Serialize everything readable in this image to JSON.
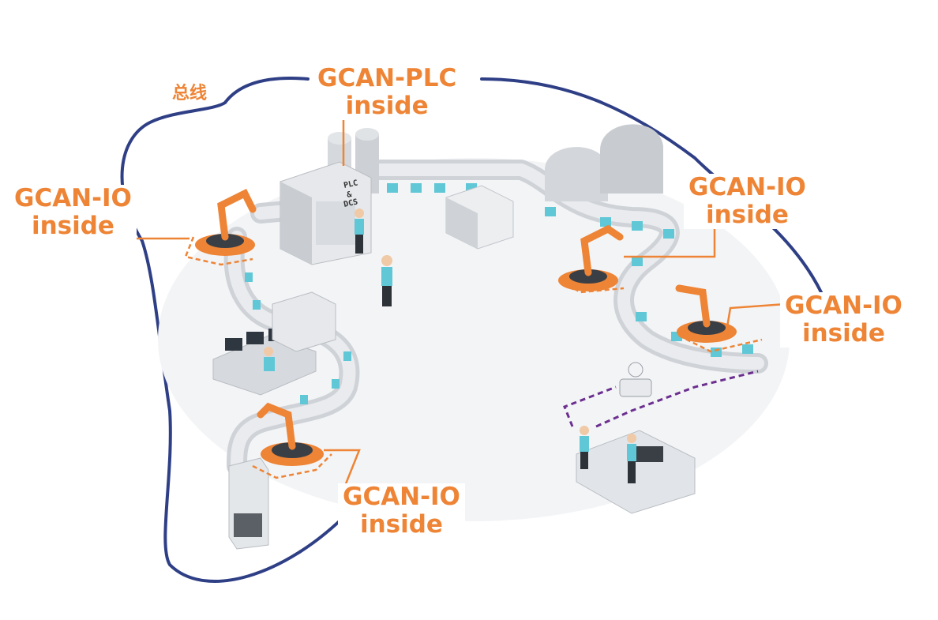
{
  "bus_label": "总线",
  "plc_box_text": [
    "PLC",
    "&",
    "DCS"
  ],
  "controller_label": {
    "line1": "GCAN-PLC",
    "line2": "inside"
  },
  "io_labels": [
    {
      "id": "left",
      "line1": "GCAN-IO",
      "line2": "inside"
    },
    {
      "id": "top-right",
      "line1": "GCAN-IO",
      "line2": "inside"
    },
    {
      "id": "right",
      "line1": "GCAN-IO",
      "line2": "inside"
    },
    {
      "id": "bottom",
      "line1": "GCAN-IO",
      "line2": "inside"
    }
  ],
  "colors": {
    "accent_orange": "#ee8435",
    "bus_line": "#2f3f86",
    "conveyor": "#cfd3d8",
    "product_blue": "#5fc7d6",
    "wireless_path": "#6b2f8f"
  }
}
